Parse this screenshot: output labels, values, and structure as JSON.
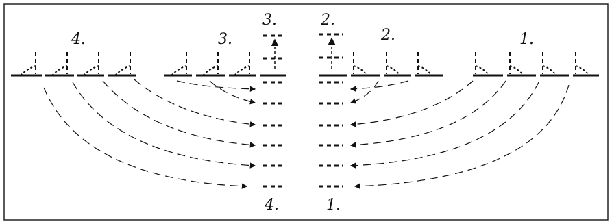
{
  "labels": {
    "group4_top": "4.",
    "group3_top": "3.",
    "col3_top": "3.",
    "col2_top": "2.",
    "group2_top": "2.",
    "group1_top": "1.",
    "col4_bottom": "4.",
    "col1_bottom": "1."
  },
  "colors": {
    "ink": "#111111",
    "border": "#222222",
    "background": "#ffffff"
  }
}
